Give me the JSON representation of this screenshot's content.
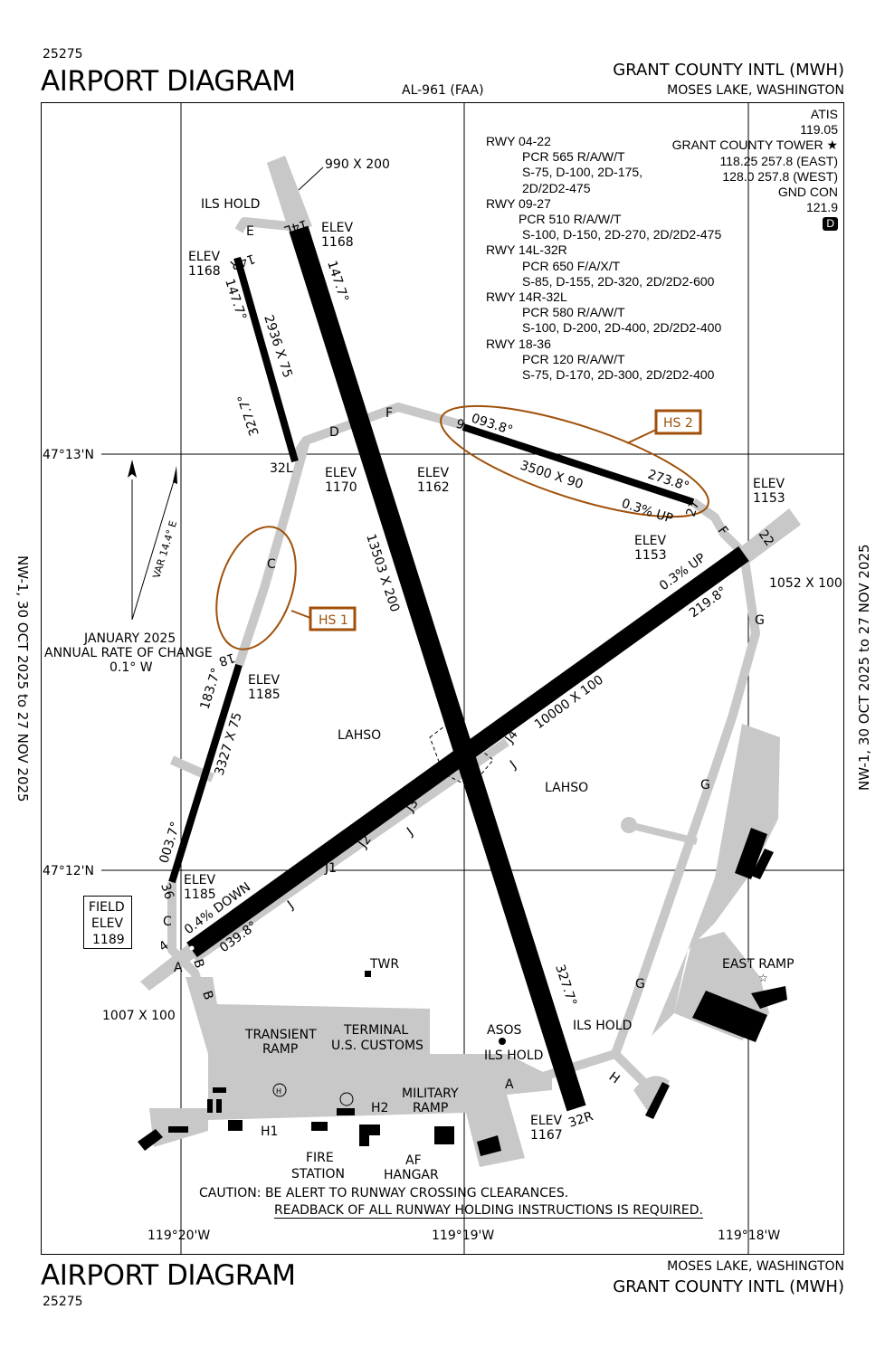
{
  "header": {
    "volume_id": "25275",
    "title": "AIRPORT DIAGRAM",
    "procedure_id": "AL-961 (FAA)",
    "airport_name": "GRANT COUNTY INTL (MWH)",
    "location": "MOSES LAKE, WASHINGTON"
  },
  "margins": {
    "left_validity": "NW-1, 30 OCT 2025 to 27 NOV 2025",
    "right_validity": "NW-1, 30 OCT 2025 to 27 NOV 2025"
  },
  "runway_info": [
    {
      "runway": "RWY 04-22",
      "pcr": "PCR 565 R/A/W/T",
      "weights": "S-75, D-100, 2D-175,",
      "weights2": "2D/2D2-475"
    },
    {
      "runway": "RWY 09-27",
      "pcr": "PCR 510 R/A/W/T",
      "weights": "S-100, D-150, 2D-270, 2D/2D2-475"
    },
    {
      "runway": "RWY 14L-32R",
      "pcr": "PCR 650 F/A/X/T",
      "weights": "S-85, D-155, 2D-320, 2D/2D2-600"
    },
    {
      "runway": "RWY 14R-32L",
      "pcr": "PCR 580 R/A/W/T",
      "weights": "S-100, D-200, 2D-400, 2D/2D2-400"
    },
    {
      "runway": "RWY 18-36",
      "pcr": "PCR 120 R/A/W/T",
      "weights": "S-75, D-170, 2D-300, 2D/2D2-400"
    }
  ],
  "frequencies": {
    "atis_label": "ATIS",
    "atis": "119.05",
    "tower_label": "GRANT COUNTY TOWER ★",
    "tower_east": "118.25  257.8 (EAST)",
    "tower_west": "128.0  257.8 (WEST)",
    "gnd_label": "GND CON",
    "gnd": "121.9",
    "badge": "D"
  },
  "grid": {
    "lat_north": "47°13'N",
    "lat_south": "47°12'N",
    "lon_west": "119°20'W",
    "lon_mid": "119°19'W",
    "lon_east": "119°18'W"
  },
  "variation": {
    "var": "VAR 14.4° E",
    "note1": "JANUARY 2025",
    "note2": "ANNUAL RATE OF CHANGE",
    "note3": "0.1° W"
  },
  "field_elev": {
    "line1": "FIELD",
    "line2": "ELEV",
    "line3": "1189"
  },
  "hot_spots": [
    "HS 1",
    "HS 2"
  ],
  "labels": {
    "dim_14l": "990 X 200",
    "ils_hold_n": "ILS HOLD",
    "elev_14l": "ELEV",
    "elev_14l_v": "1168",
    "elev_14r": "ELEV",
    "elev_14r_v": "1168",
    "rwy_14l": "14L",
    "rwy_14r": "14R",
    "hdg_14l": "147.7°",
    "hdg_14r": "147.7°",
    "dim_14r": "2936 X 75",
    "hdg_32l": "327.7°",
    "rwy_32l": "32L",
    "elev_32l": "ELEV",
    "elev_32l_v": "1170",
    "elev_09": "ELEV",
    "elev_09_v": "1162",
    "rwy_09": "9",
    "hdg_09": "093.8°",
    "dim_09": "3500 X 90",
    "hdg_27": "273.8°",
    "grad_09": "0.3% UP",
    "rwy_27": "27",
    "elev_27": "ELEV",
    "elev_27_v": "1153",
    "elev_22": "ELEV",
    "elev_22_v": "1153",
    "rwy_22": "22",
    "dim_22": "1052 X 100",
    "grad_22": "0.3% UP",
    "hdg_22": "219.8°",
    "dim_14l32r": "13503 X 200",
    "dim_04": "10000 X 100",
    "lahso_w": "LAHSO",
    "lahso_e": "LAHSO",
    "rwy_18": "18",
    "hdg_18": "183.7°",
    "elev_18": "ELEV",
    "elev_18_v": "1185",
    "dim_18": "3327 X 75",
    "hdg_36": "003.7°",
    "rwy_36": "36",
    "elev_04": "ELEV",
    "elev_04_v": "1185",
    "grad_04": "0.4% DOWN",
    "hdg_04": "039.8°",
    "rwy_4": "4",
    "dim_04ext": "1007 X 100",
    "twr": "TWR",
    "transient": "TRANSIENT",
    "transient2": "RAMP",
    "terminal": "TERMINAL",
    "customs": "U.S. CUSTOMS",
    "asos": "ASOS",
    "ils_hold_s1": "ILS HOLD",
    "ils_hold_s2": "ILS HOLD",
    "military": "MILITARY",
    "military2": "RAMP",
    "h1": "H1",
    "h2": "H2",
    "helipad": "H",
    "fire": "FIRE",
    "fire2": "STATION",
    "af": "AF",
    "af2": "HANGAR",
    "elev_32r": "ELEV",
    "elev_32r_v": "1167",
    "rwy_32r": "32R",
    "hdg_32r": "327.7°",
    "east_ramp": "EAST RAMP",
    "tw_a": "A",
    "tw_a2": "A",
    "tw_b": "B",
    "tw_b2": "B",
    "tw_c": "C",
    "tw_c2": "C",
    "tw_d": "D",
    "tw_e": "E",
    "tw_f": "F",
    "tw_f2": "F",
    "tw_g": "G",
    "tw_g2": "G",
    "tw_g3": "G",
    "tw_h": "H",
    "tw_j": "J",
    "tw_j2": "J",
    "tw_j3": "J",
    "tw_j_1": "J1",
    "tw_j_2": "J2",
    "tw_j_3": "J3",
    "tw_j_4": "J4"
  },
  "caution": {
    "line1": "CAUTION: BE ALERT TO RUNWAY CROSSING CLEARANCES.",
    "line2": "READBACK OF ALL RUNWAY HOLDING INSTRUCTIONS IS REQUIRED."
  },
  "colors": {
    "hotspot": "#a0500a",
    "pavement": "#c8c8c8",
    "runway": "#000000"
  }
}
